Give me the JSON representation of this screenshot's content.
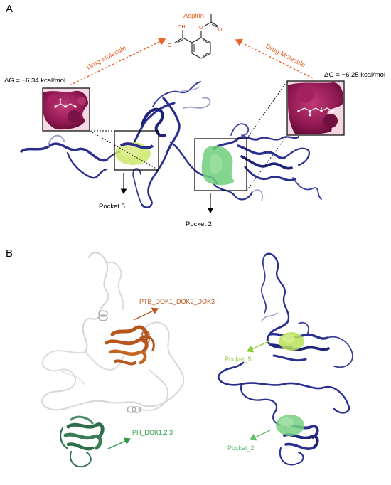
{
  "panel_a": {
    "letter": "A",
    "molecule_name": "Aspirin",
    "atom_oh": "OH",
    "atom_o1": "O",
    "atom_o2": "O",
    "atom_o3": "O",
    "arrow_left_label": "Drug Molecule",
    "arrow_right_label": "Drug Molecule",
    "dg_left": "ΔG = −6.34 kcal/mol",
    "dg_right": "ΔG = −6.25 kcal/mol",
    "pocket_left": "Pocket 5",
    "pocket_right": "Pocket 2"
  },
  "panel_b": {
    "letter": "B",
    "domain_ptb": "PTB_DOK1_DOK2_DOK3",
    "domain_ph": "PH_DOK1.2.3",
    "pocket_5": "Pocket_5",
    "pocket_2": "Pocket_2"
  },
  "colors": {
    "drug_arrow": "#e8632a",
    "ptb_domain": "#b5561d",
    "ph_domain": "#2e7d4f",
    "pocket_5": "#8ccc3a",
    "pocket_2": "#5fbf6a",
    "protein_ribbon": "#2a2f8f",
    "binding_surface": "#9b1b5a"
  }
}
